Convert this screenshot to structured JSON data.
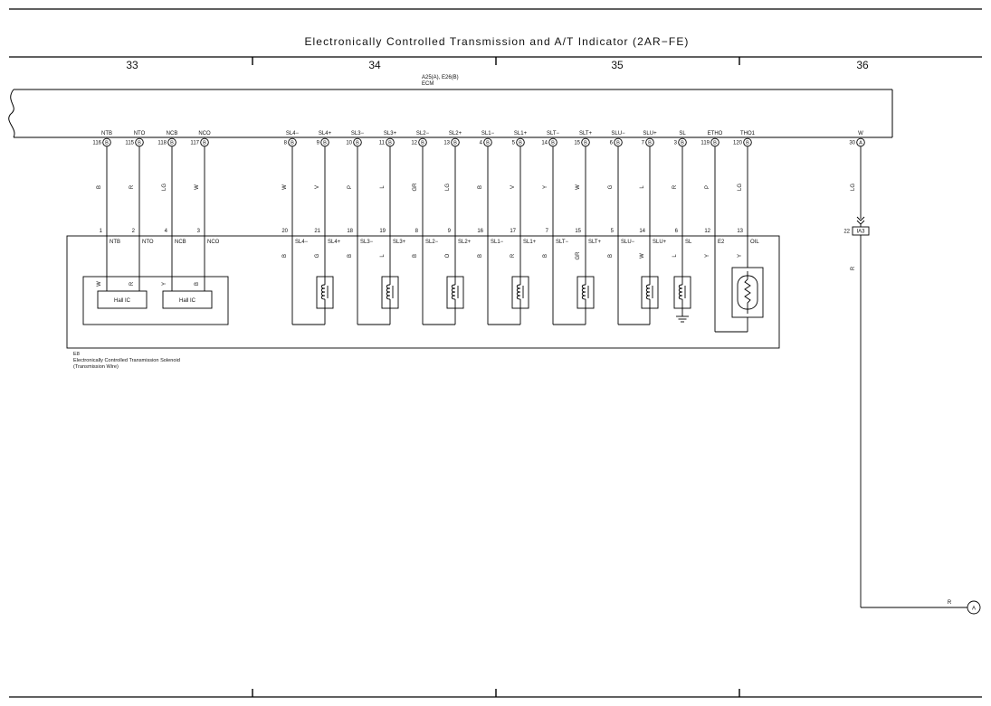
{
  "header": {
    "title": "Electronically Controlled Transmission and A/T Indicator (2AR−FE)",
    "column_numbers": [
      "33",
      "34",
      "35",
      "36"
    ]
  },
  "ecm": {
    "ref": "A25(A), E26(B)",
    "name": "ECM"
  },
  "ecm_terminals": [
    {
      "label": "NTB",
      "pin": "116",
      "conn": "B",
      "color": "B"
    },
    {
      "label": "NTO",
      "pin": "115",
      "conn": "B",
      "color": "R"
    },
    {
      "label": "NCB",
      "pin": "118",
      "conn": "B",
      "color": "LG"
    },
    {
      "label": "NCO",
      "pin": "117",
      "conn": "B",
      "color": "W"
    },
    {
      "label": "SL4−",
      "pin": "8",
      "conn": "B",
      "color": "W"
    },
    {
      "label": "SL4+",
      "pin": "9",
      "conn": "B",
      "color": "V"
    },
    {
      "label": "SL3−",
      "pin": "10",
      "conn": "B",
      "color": "P"
    },
    {
      "label": "SL3+",
      "pin": "11",
      "conn": "B",
      "color": "L"
    },
    {
      "label": "SL2−",
      "pin": "12",
      "conn": "B",
      "color": "GR"
    },
    {
      "label": "SL2+",
      "pin": "13",
      "conn": "B",
      "color": "LG"
    },
    {
      "label": "SL1−",
      "pin": "4",
      "conn": "B",
      "color": "B"
    },
    {
      "label": "SL1+",
      "pin": "5",
      "conn": "B",
      "color": "V"
    },
    {
      "label": "SLT−",
      "pin": "14",
      "conn": "B",
      "color": "Y"
    },
    {
      "label": "SLT+",
      "pin": "15",
      "conn": "B",
      "color": "W"
    },
    {
      "label": "SLU−",
      "pin": "6",
      "conn": "B",
      "color": "G"
    },
    {
      "label": "SLU+",
      "pin": "7",
      "conn": "B",
      "color": "L"
    },
    {
      "label": "SL",
      "pin": "3",
      "conn": "B",
      "color": "R"
    },
    {
      "label": "ETHO",
      "pin": "119",
      "conn": "B",
      "color": "P"
    },
    {
      "label": "THO1",
      "pin": "120",
      "conn": "B",
      "color": "LG"
    },
    {
      "label": "W",
      "pin": "30",
      "conn": "A",
      "color": "LG"
    }
  ],
  "solenoid": {
    "ref": "E8",
    "name": "Electronically Controlled Transmission Solenoid",
    "sub": "(Transmission Wire)",
    "hall_ic_label": "Hall IC",
    "pins": [
      {
        "pin": "1",
        "label": "NTB",
        "color": "W"
      },
      {
        "pin": "2",
        "label": "NTO",
        "color": "R"
      },
      {
        "pin": "4",
        "label": "NCB",
        "color": "Y"
      },
      {
        "pin": "3",
        "label": "NCO",
        "color": "B"
      },
      {
        "pin": "20",
        "label": "SL4−",
        "color": "B"
      },
      {
        "pin": "21",
        "label": "SL4+",
        "color": "G"
      },
      {
        "pin": "18",
        "label": "SL3−",
        "color": "B"
      },
      {
        "pin": "19",
        "label": "SL3+",
        "color": "L"
      },
      {
        "pin": "8",
        "label": "SL2−",
        "color": "B"
      },
      {
        "pin": "9",
        "label": "SL2+",
        "color": "O"
      },
      {
        "pin": "16",
        "label": "SL1−",
        "color": "B"
      },
      {
        "pin": "17",
        "label": "SL1+",
        "color": "R"
      },
      {
        "pin": "7",
        "label": "SLT−",
        "color": "B"
      },
      {
        "pin": "15",
        "label": "SLT+",
        "color": "GR"
      },
      {
        "pin": "5",
        "label": "SLU−",
        "color": "B"
      },
      {
        "pin": "14",
        "label": "SLU+",
        "color": "W"
      },
      {
        "pin": "6",
        "label": "SL",
        "color": "L"
      },
      {
        "pin": "12",
        "label": "E2",
        "color": "Y"
      },
      {
        "pin": "13",
        "label": "OIL",
        "color": "Y"
      }
    ]
  },
  "junction": {
    "pin": "22",
    "ref": "IA3",
    "wire_color": "R"
  },
  "offpage": {
    "wire_color": "R",
    "label": "A"
  }
}
